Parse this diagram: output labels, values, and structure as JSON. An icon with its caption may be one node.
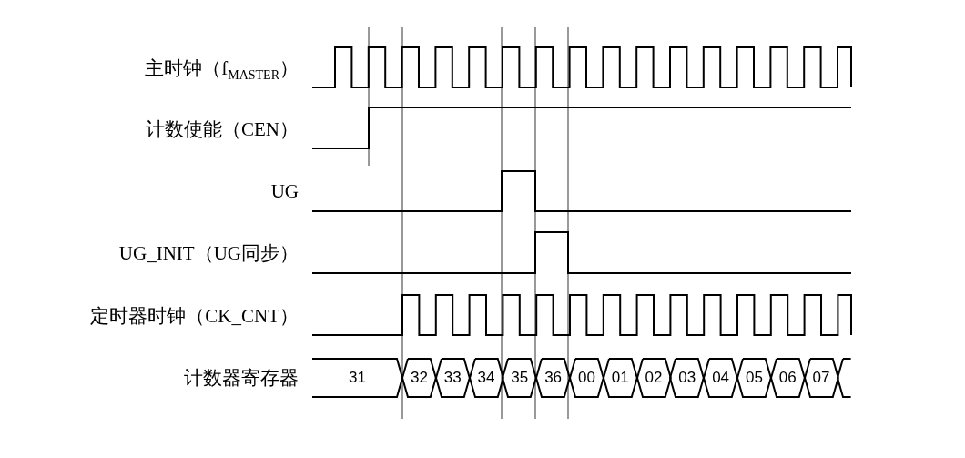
{
  "diagram": {
    "nodes": [
      {
        "text": [
          "31"
        ]
      },
      {
        "text": [
          "32"
        ]
      },
      {
        "text": [
          "33"
        ]
      },
      {
        "text": [
          "34"
        ]
      },
      {
        "text": [
          "35"
        ]
      },
      {
        "text": [
          "36"
        ]
      },
      {
        "text": [
          "00"
        ]
      },
      {
        "text": [
          "01"
        ]
      },
      {
        "text": [
          "02"
        ]
      },
      {
        "text": [
          "03"
        ]
      },
      {
        "text": [
          "04"
        ]
      },
      {
        "text": [
          "05"
        ]
      },
      {
        "text": [
          "06"
        ]
      },
      {
        "text": [
          "07"
        ]
      },
      {
        "text": [],
        "shape": "hexagon"
      }
    ],
    "labels": [
      "主时钟（f$_{MASTER}$）",
      "计数使能（CEN）",
      "UG",
      "UG_INIT（UG同步）",
      "定时器时钟（CK_CNT）",
      "计数器寄存器"
    ]
  }
}
